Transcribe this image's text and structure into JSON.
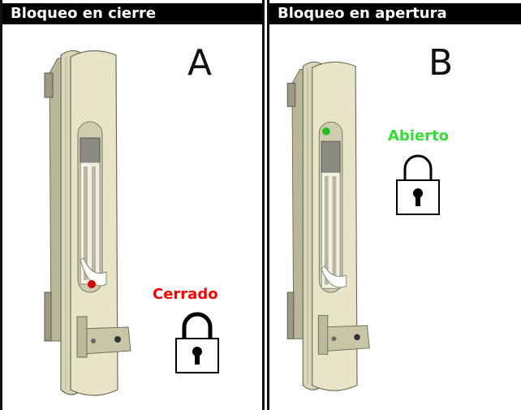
{
  "panels": [
    {
      "title": "Bloqueo en cierre",
      "letter": "A",
      "status": {
        "text": "Cerrado",
        "color": "#ff0000",
        "icon": "padlock-icon"
      },
      "indicator_color": "#d40000"
    },
    {
      "title": "Bloqueo en apertura",
      "letter": "B",
      "status": {
        "text": "Abierto",
        "color": "#33dd33",
        "icon": "padlock-icon"
      },
      "indicator_color": "#22bb22"
    }
  ]
}
